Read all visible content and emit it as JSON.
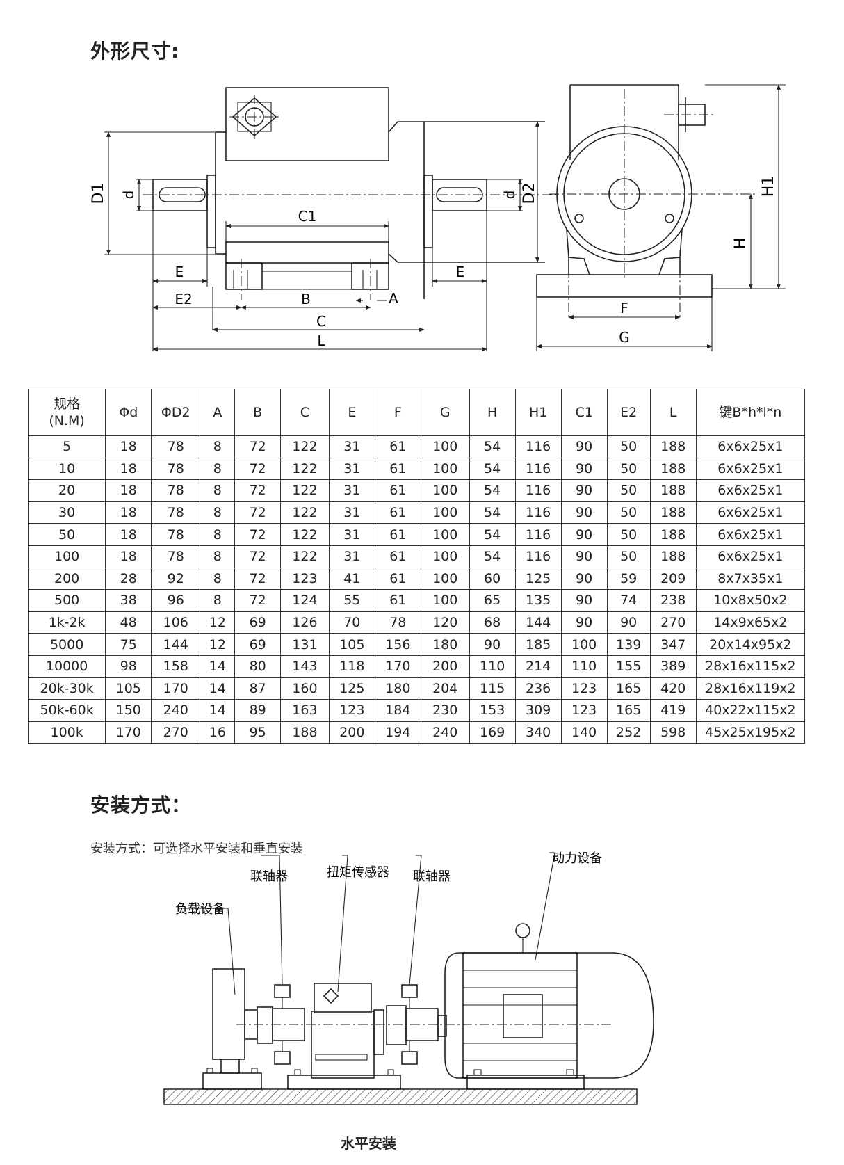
{
  "section1_title": "外形尺寸:",
  "drawing_labels": {
    "D1": "D1",
    "d_left": "d",
    "d_right": "d",
    "D2": "D2",
    "H1": "H1",
    "H": "H",
    "C1": "C1",
    "E_left": "E",
    "E_right": "E",
    "E2": "E2",
    "B": "B",
    "A": "A",
    "C": "C",
    "L": "L",
    "F": "F",
    "G": "G"
  },
  "table": {
    "headers": [
      "规格\n(N.M)",
      "Φd",
      "ΦD2",
      "A",
      "B",
      "C",
      "E",
      "F",
      "G",
      "H",
      "H1",
      "C1",
      "E2",
      "L",
      "键B*h*l*n"
    ],
    "rows": [
      [
        "5",
        "18",
        "78",
        "8",
        "72",
        "122",
        "31",
        "61",
        "100",
        "54",
        "116",
        "90",
        "50",
        "188",
        "6x6x25x1"
      ],
      [
        "10",
        "18",
        "78",
        "8",
        "72",
        "122",
        "31",
        "61",
        "100",
        "54",
        "116",
        "90",
        "50",
        "188",
        "6x6x25x1"
      ],
      [
        "20",
        "18",
        "78",
        "8",
        "72",
        "122",
        "31",
        "61",
        "100",
        "54",
        "116",
        "90",
        "50",
        "188",
        "6x6x25x1"
      ],
      [
        "30",
        "18",
        "78",
        "8",
        "72",
        "122",
        "31",
        "61",
        "100",
        "54",
        "116",
        "90",
        "50",
        "188",
        "6x6x25x1"
      ],
      [
        "50",
        "18",
        "78",
        "8",
        "72",
        "122",
        "31",
        "61",
        "100",
        "54",
        "116",
        "90",
        "50",
        "188",
        "6x6x25x1"
      ],
      [
        "100",
        "18",
        "78",
        "8",
        "72",
        "122",
        "31",
        "61",
        "100",
        "54",
        "116",
        "90",
        "50",
        "188",
        "6x6x25x1"
      ],
      [
        "200",
        "28",
        "92",
        "8",
        "72",
        "123",
        "41",
        "61",
        "100",
        "60",
        "125",
        "90",
        "59",
        "209",
        "8x7x35x1"
      ],
      [
        "500",
        "38",
        "96",
        "8",
        "72",
        "124",
        "55",
        "61",
        "100",
        "65",
        "135",
        "90",
        "74",
        "238",
        "10x8x50x2"
      ],
      [
        "1k-2k",
        "48",
        "106",
        "12",
        "69",
        "126",
        "70",
        "78",
        "120",
        "68",
        "144",
        "90",
        "90",
        "270",
        "14x9x65x2"
      ],
      [
        "5000",
        "75",
        "144",
        "12",
        "69",
        "131",
        "105",
        "156",
        "180",
        "90",
        "185",
        "100",
        "139",
        "347",
        "20x14x95x2"
      ],
      [
        "10000",
        "98",
        "158",
        "14",
        "80",
        "143",
        "118",
        "170",
        "200",
        "110",
        "214",
        "110",
        "155",
        "389",
        "28x16x115x2"
      ],
      [
        "20k-30k",
        "105",
        "170",
        "14",
        "87",
        "160",
        "125",
        "180",
        "204",
        "115",
        "236",
        "123",
        "165",
        "420",
        "28x16x119x2"
      ],
      [
        "50k-60k",
        "150",
        "240",
        "14",
        "89",
        "163",
        "123",
        "184",
        "230",
        "153",
        "309",
        "123",
        "165",
        "419",
        "40x22x115x2"
      ],
      [
        "100k",
        "170",
        "270",
        "16",
        "95",
        "188",
        "200",
        "194",
        "240",
        "169",
        "340",
        "140",
        "252",
        "598",
        "45x25x195x2"
      ]
    ]
  },
  "section2_title": "安装方式：",
  "install_description": "安装方式：可选择水平安装和垂直安装",
  "install_labels": {
    "load": "负载设备",
    "coupling_left": "联轴器",
    "sensor": "扭矩传感器",
    "coupling_right": "联轴器",
    "power": "动力设备"
  },
  "install_caption": "水平安装"
}
